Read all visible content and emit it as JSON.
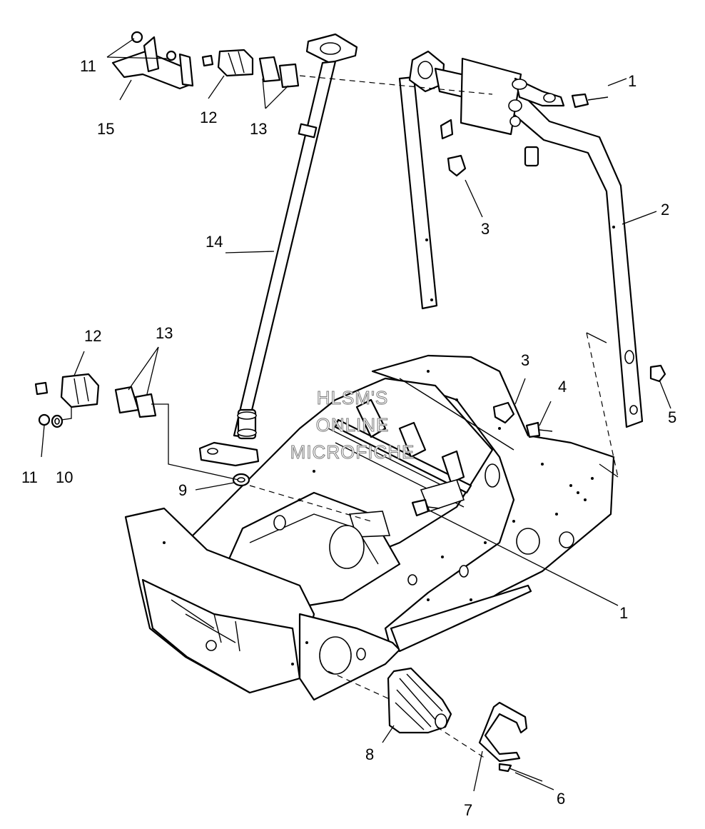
{
  "watermark": {
    "line1": "HLSM'S",
    "line2": "ONLINE",
    "line3": "MICROFICHE"
  },
  "callouts": {
    "c1_top": "1",
    "c1_bottom": "1",
    "c2": "2",
    "c3_top": "3",
    "c3_mid": "3",
    "c4": "4",
    "c5": "5",
    "c6": "6",
    "c7": "7",
    "c8": "8",
    "c9": "9",
    "c10": "10",
    "c11_top": "11",
    "c11_left": "11",
    "c12_top": "12",
    "c12_left": "12",
    "c13_top": "13",
    "c13_left": "13",
    "c14": "14",
    "c15": "15"
  }
}
